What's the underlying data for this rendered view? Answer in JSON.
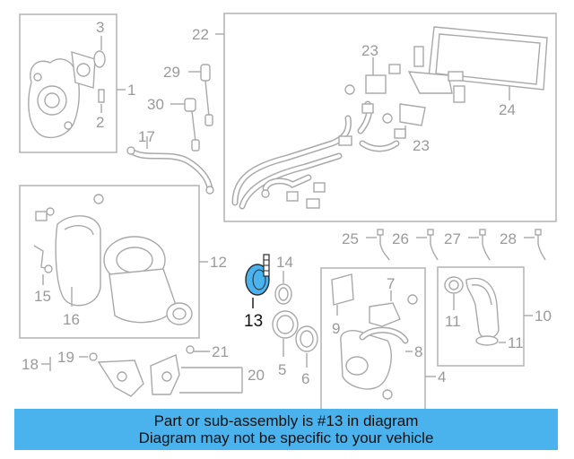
{
  "callouts": {
    "c1": "1",
    "c2": "2",
    "c3": "3",
    "c4": "4",
    "c5": "5",
    "c6": "6",
    "c7": "7",
    "c8": "8",
    "c9": "9",
    "c10": "10",
    "c11a": "11",
    "c11b": "11",
    "c12": "12",
    "c13": "13",
    "c14": "14",
    "c15": "15",
    "c16": "16",
    "c17": "17",
    "c18": "18",
    "c19": "19",
    "c20": "20",
    "c21": "21",
    "c22": "22",
    "c23a": "23",
    "c23b": "23",
    "c24": "24",
    "c25": "25",
    "c26": "26",
    "c27": "27",
    "c28": "28",
    "c29": "29",
    "c30": "30"
  },
  "highlight": {
    "part": "13",
    "color": "#4ab3ee"
  },
  "banner": {
    "line1": "Part or sub-assembly is #13 in diagram",
    "line2": "Diagram may not be specific to your vehicle",
    "background": "#4ab3ee"
  }
}
